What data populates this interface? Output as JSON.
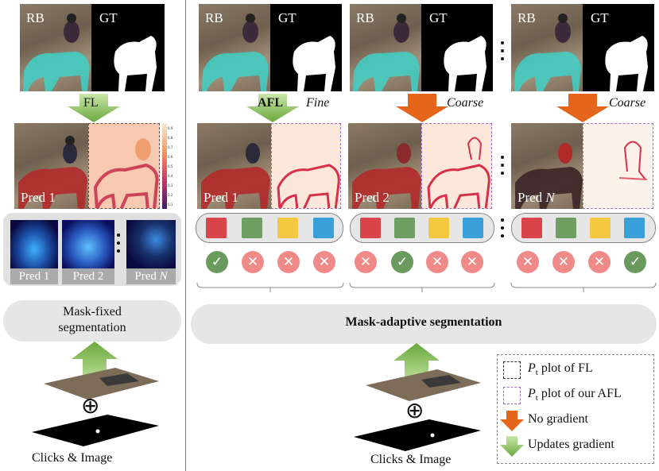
{
  "labels": {
    "rb": "RB",
    "gt": "GT",
    "fl": "FL",
    "afl": "AFL",
    "fine": "Fine",
    "coarse": "Coarse",
    "pred1": "Pred 1",
    "pred2": "Pred 2",
    "predN_prefix": "Pred ",
    "predN_var": "N",
    "mask_fixed_1": "Mask-fixed",
    "mask_fixed_2": "segmentation",
    "mask_adaptive": "Mask-adaptive segmentation",
    "clicks_image": "Clicks & Image",
    "plus": "⊕"
  },
  "legend": {
    "pt_fl_var": "P",
    "pt_sub": "t",
    "pt_fl_rest": " plot of FL",
    "pt_afl_rest": " plot of our AFL",
    "no_gradient": "No gradient",
    "updates_gradient": "Updates gradient"
  },
  "colorbar_ticks": [
    "0.9",
    "0.8",
    "0.7",
    "0.6",
    "0.5",
    "0.4",
    "0.3",
    "0.2",
    "0.1"
  ],
  "colors": {
    "red": "#d9454a",
    "green": "#6f9e62",
    "yellow": "#f5c842",
    "blue": "#3a9fd8",
    "orange": "#e5661b",
    "arrow_green": "#7dbb4a"
  },
  "marks": [
    "✓",
    "✕",
    "✕",
    "✕"
  ],
  "marks2": [
    "✕",
    "✓",
    "✕",
    "✕"
  ],
  "marks3": [
    "✕",
    "✕",
    "✕",
    "✓"
  ]
}
